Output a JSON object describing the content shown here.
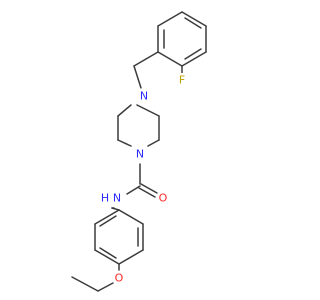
{
  "molecule": {
    "atom_labels": {
      "n_piperazine_top": "N",
      "n_piperazine_bottom": "N",
      "n_amide": "N",
      "h_amide": "H",
      "o_carbonyl": "O",
      "f_substituent": "F",
      "o_ether": "O"
    },
    "colors": {
      "bond": "#3b3b3b",
      "nitrogen": "#2a2aff",
      "oxygen": "#ff2a2a",
      "fluorine": "#c0a000"
    }
  }
}
